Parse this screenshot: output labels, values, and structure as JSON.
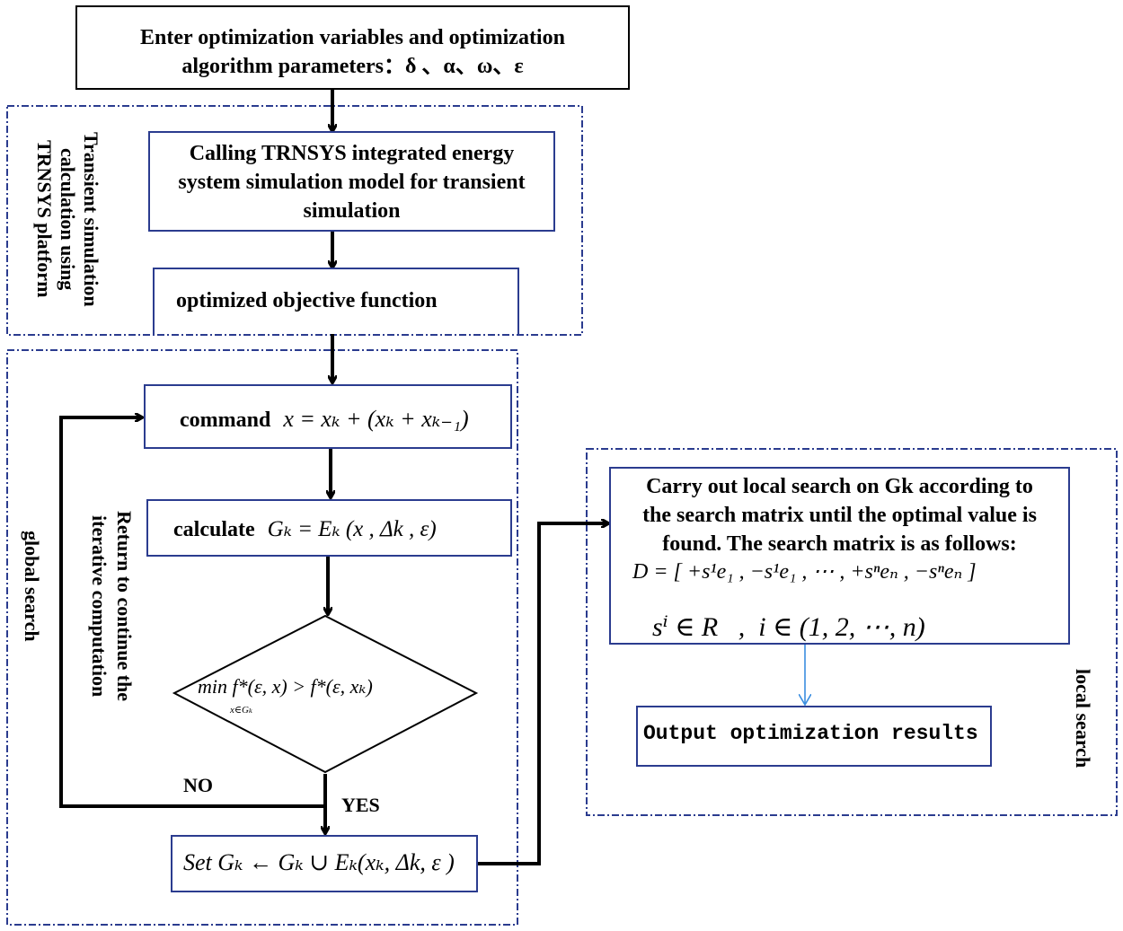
{
  "input_box": {
    "line1": "Enter optimization variables and optimization",
    "line2": "algorithm parameters：δ 、α、ω、ε"
  },
  "trnsys_region": {
    "label_line1": "Transient simulation",
    "label_line2": "calculation using",
    "label_line3": "TRNSYS platform"
  },
  "trnsys_box": {
    "line1": "Calling TRNSYS integrated energy",
    "line2": "system simulation model for transient",
    "line3": "simulation"
  },
  "objective_box": {
    "text": "optimized objective function"
  },
  "global_region": {
    "label": "global search",
    "loop_label_line1": "Return to continue the",
    "loop_label_line2": "iterative computation"
  },
  "command_box": {
    "prefix": "command",
    "formula": "x = xₖ + (xₖ + xₖ₋₁)"
  },
  "calculate_box": {
    "prefix": "calculate",
    "formula": "Gₖ = Eₖ (x , Δk , ε)"
  },
  "decision": {
    "formula": "min f*(ε, x) > f*(ε, xₖ)",
    "subscript": "x∈Gₖ"
  },
  "branch_labels": {
    "no": "NO",
    "yes": "YES"
  },
  "set_box": {
    "formula": "Set Gₖ ← Gₖ ∪ Eₖ(xₖ, Δk, ε )"
  },
  "local_region": {
    "label": "local search"
  },
  "local_box": {
    "line1": "Carry out local search on Gk according to",
    "line2": "the search matrix until the optimal value is",
    "line3": "found. The search matrix is as follows:",
    "matrix_formula": "D = [ +s¹e₁ , −s¹e₁ , ⋯ , +sⁿeₙ , −sⁿeₙ ]",
    "set_formula": "sⁱ ∈ R   ,  i ∈ (1, 2, ⋯, n)"
  },
  "output_box": {
    "text": "Output optimization results"
  }
}
